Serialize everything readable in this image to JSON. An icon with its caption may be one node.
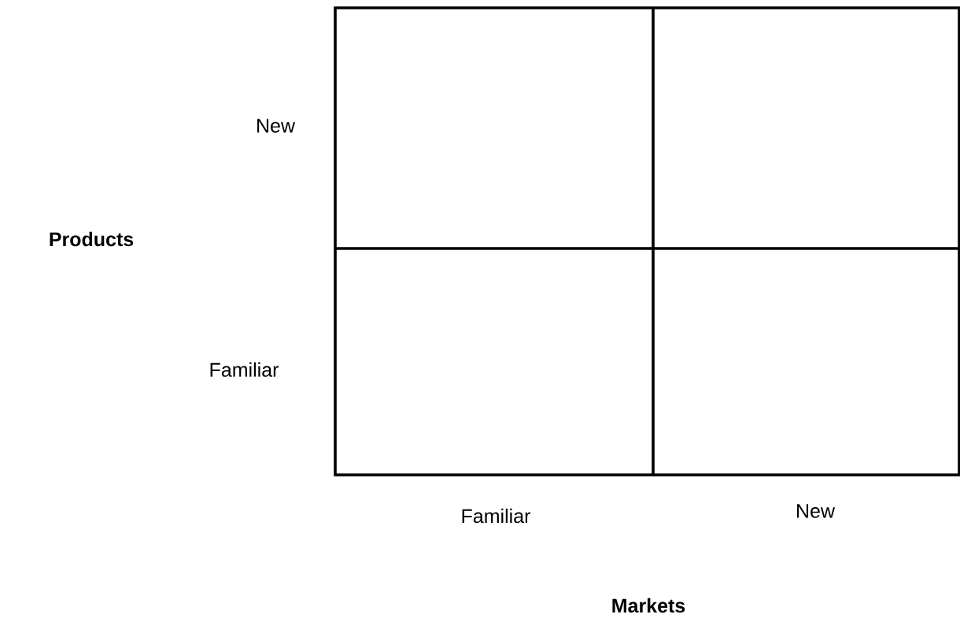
{
  "diagram": {
    "labels": [
      "New",
      "Products",
      "Familiar",
      "Familiar",
      "New",
      "Markets"
    ]
  }
}
